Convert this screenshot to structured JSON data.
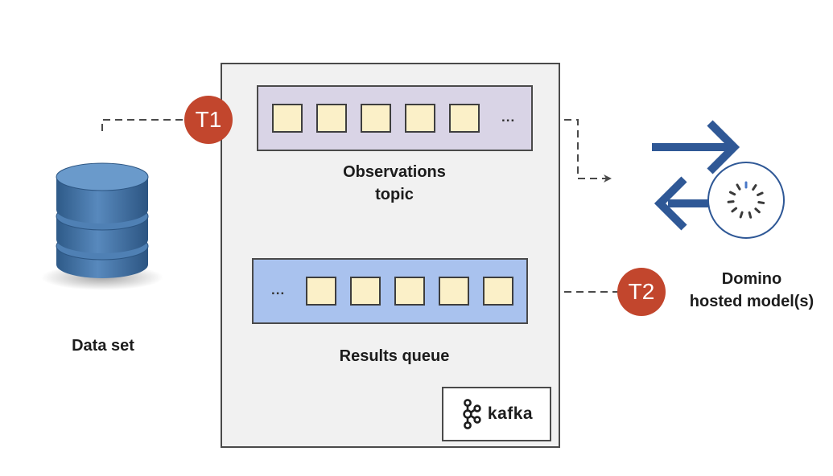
{
  "observations_topic": {
    "label": "Observations\ntopic",
    "ellipsis": "...",
    "message_count": 5
  },
  "results_queue": {
    "label": "Results queue",
    "ellipsis": "...",
    "message_count": 5
  },
  "data_set": {
    "label": "Data set"
  },
  "model": {
    "label": "Domino\nhosted model(s)",
    "icon": "domino-logo-icon"
  },
  "badges": {
    "t1": "T1",
    "t2": "T2"
  },
  "broker": {
    "logo_text": "kafka",
    "icon": "kafka-logo-icon"
  },
  "colors": {
    "observations_fill": "#d9d4e6",
    "results_fill": "#a9c2ee",
    "message_fill": "#fbf0c8",
    "badge": "#c2462d",
    "database": "#3d6fa3",
    "exchange_arrows": "#2f5896",
    "container_fill": "#f1f1f1"
  }
}
